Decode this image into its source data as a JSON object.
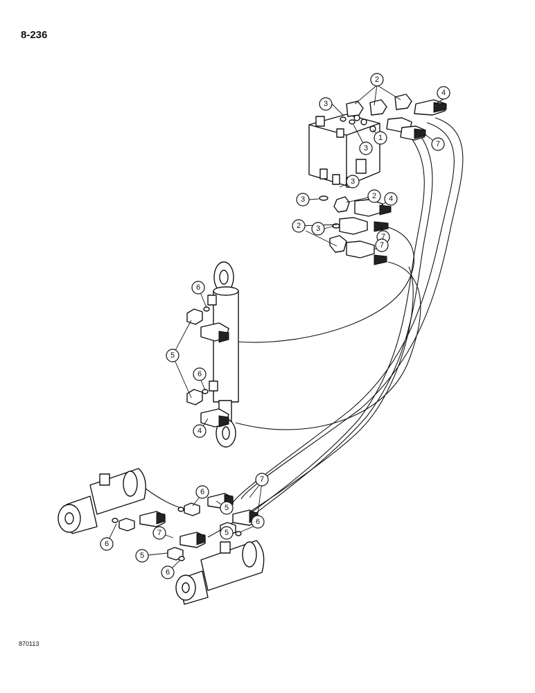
{
  "page": {
    "page_number": "8-236",
    "drawing_code": "870113"
  },
  "callouts": {
    "c1": "1",
    "c2": "2",
    "c3": "3",
    "c4": "4",
    "c5": "5",
    "c6": "6",
    "c7": "7"
  }
}
